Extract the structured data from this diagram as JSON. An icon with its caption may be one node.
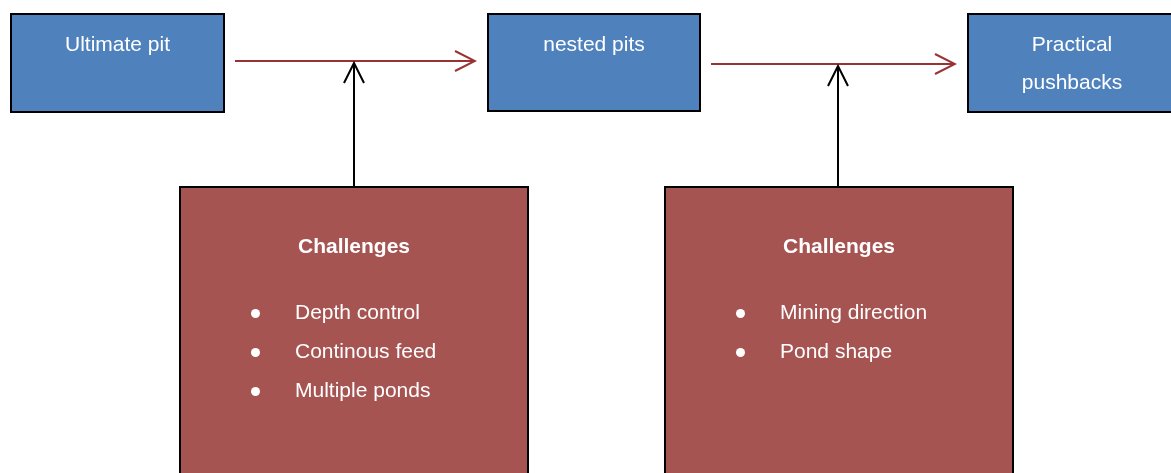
{
  "diagram": {
    "nodes": [
      {
        "text": [
          "Ultimate pit"
        ]
      },
      {
        "text": [
          "nested pits"
        ]
      },
      {
        "text": [
          "Practical pushbacks"
        ]
      },
      {
        "text": [
          "Challenges",
          "Depth control",
          "Continous feed",
          "Multiple ponds"
        ]
      },
      {
        "text": [
          "Challenges",
          "Mining direction",
          "Pond shape"
        ]
      }
    ],
    "edges": [
      {
        "from": 0,
        "to": 1,
        "arrow": "to",
        "color": "#993333"
      },
      {
        "from": 1,
        "to": 2,
        "arrow": "to",
        "color": "#993333"
      },
      {
        "from": 3,
        "to": null,
        "arrow": "to",
        "color": "#000000"
      },
      {
        "from": 4,
        "to": null,
        "arrow": "to",
        "color": "#000000"
      }
    ]
  }
}
